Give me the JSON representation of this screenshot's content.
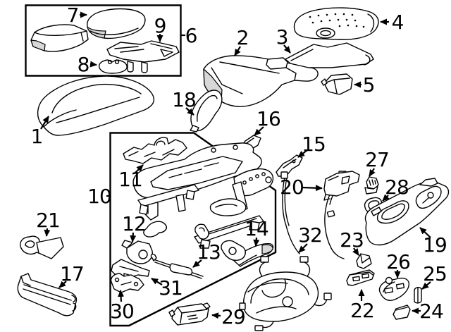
{
  "figure": {
    "type": "exploded-parts-diagram",
    "subject": "front-seat-components",
    "background_color": "#ffffff",
    "line_color": "#000000",
    "shade_color": "#d8d8d8",
    "callout_count": 32
  },
  "callouts": {
    "c1": "1",
    "c2": "2",
    "c3": "3",
    "c4": "4",
    "c5": "5",
    "c6": "6",
    "c7": "7",
    "c8": "8",
    "c9": "9",
    "c10": "10",
    "c11": "11",
    "c12": "12",
    "c13": "13",
    "c14": "14",
    "c15": "15",
    "c16": "16",
    "c17": "17",
    "c18": "18",
    "c19": "19",
    "c20": "20",
    "c21": "21",
    "c22": "22",
    "c23": "23",
    "c24": "24",
    "c25": "25",
    "c26": "26",
    "c27": "27",
    "c28": "28",
    "c29": "29",
    "c30": "30",
    "c31": "31",
    "c32": "32"
  }
}
